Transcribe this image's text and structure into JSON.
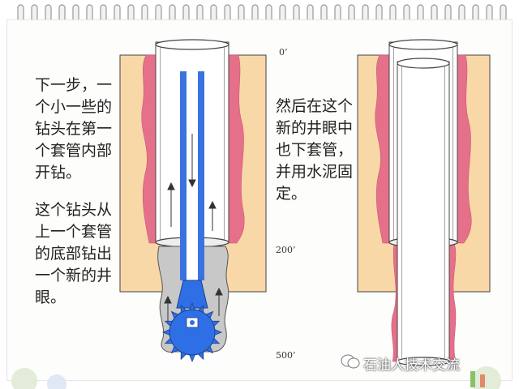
{
  "left_text": {
    "paragraph1": "下一步，一\n个小一些的\n钻头在第一\n个套管内部\n开钻。",
    "paragraph2": "这个钻头从\n上一个套管\n的底部钻出\n一个新的井\n眼。"
  },
  "middle_text": "然后在这个\n新的井眼中\n也下套管，\n并用水泥固\n定。",
  "depth_labels": {
    "top": "0’",
    "middle": "200’",
    "bottom": "500’"
  },
  "watermark": "石油人技术交流",
  "colors": {
    "formation": "#f9d8a8",
    "cement": "#e5708a",
    "casing": "#ffffff",
    "drillpipe": "#3a73e0",
    "cuttings": "#c8c8c8",
    "bit": "#2f6fe6"
  }
}
